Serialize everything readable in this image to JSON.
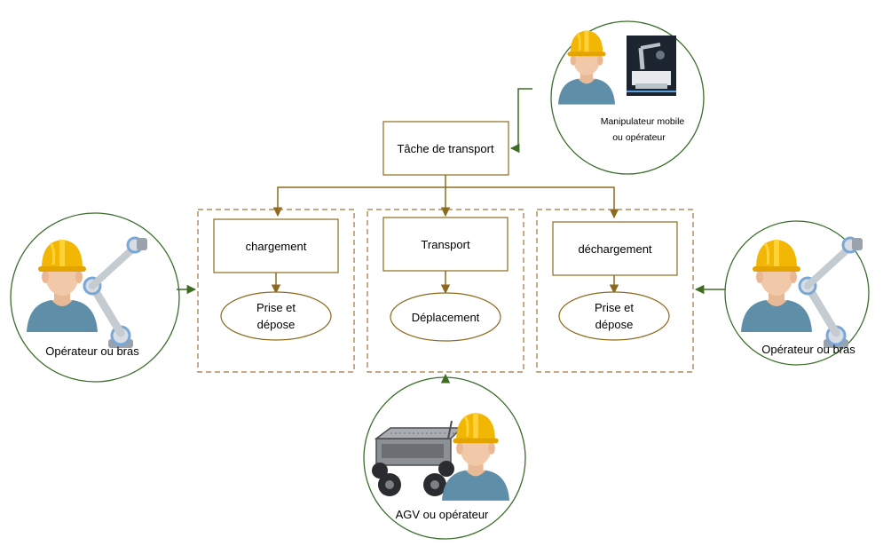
{
  "task": {
    "label": "Tâche de transport"
  },
  "phases": [
    {
      "title": "chargement",
      "action_line1": "Prise et",
      "action_line2": "dépose"
    },
    {
      "title": "Transport",
      "action_line1": "Déplacement",
      "action_line2": ""
    },
    {
      "title": "déchargement",
      "action_line1": "Prise et",
      "action_line2": "dépose"
    }
  ],
  "actors": {
    "top": {
      "line1": "Manipulateur mobile",
      "line2": "ou opérateur"
    },
    "left": {
      "label": "Opérateur ou bras"
    },
    "right": {
      "label": "Opérateur ou bras"
    },
    "bottom": {
      "label": "AGV ou opérateur"
    }
  },
  "colors": {
    "box_border": "#8b6a1d",
    "circle_border": "#3a6e2a",
    "helmet": "#f2b705",
    "skin": "#f2c9a8",
    "shirt": "#5f8fa8"
  },
  "icons": [
    "worker-icon",
    "robot-arm-icon",
    "mobile-manipulator-icon",
    "agv-icon"
  ]
}
